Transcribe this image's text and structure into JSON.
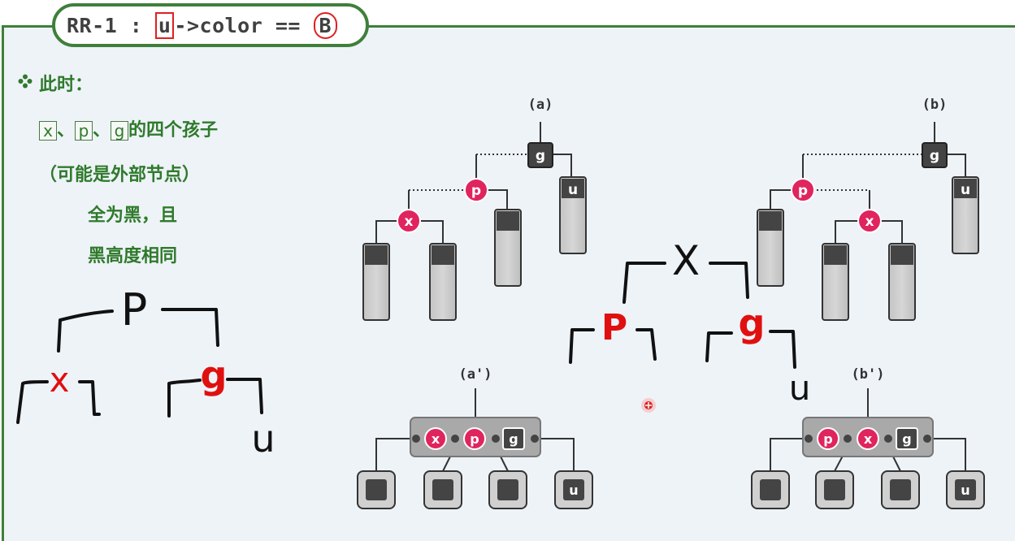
{
  "title": {
    "prefix": "RR-1 : ",
    "highlight_u": "u",
    "middle": "->color == ",
    "highlight_b": "B"
  },
  "notes": {
    "heading": "此时：",
    "line1_x": "x",
    "line1_sep1": "、",
    "line1_p": "p",
    "line1_sep2": "、",
    "line1_g": "g",
    "line1_rest": "的四个孩子",
    "line2": "（可能是外部节点）",
    "line3": "全为黑，且",
    "line4": "黑高度相同"
  },
  "labels": {
    "a": "(a)",
    "b": "(b)",
    "a_prime": "(a')",
    "b_prime": "(b')"
  },
  "node_letters": {
    "x": "x",
    "p": "p",
    "g": "g",
    "u": "u"
  },
  "handwriting": {
    "left_root": "P",
    "left_left": "x",
    "left_right": "g",
    "left_leaf": "u",
    "mid_root": "X",
    "mid_left": "P",
    "mid_right": "g",
    "mid_leaf": "u"
  },
  "colors": {
    "accent_green": "#3f7f3a",
    "red_node": "#e0245e",
    "black_node": "#444444",
    "handwriting_red": "#e01010"
  }
}
